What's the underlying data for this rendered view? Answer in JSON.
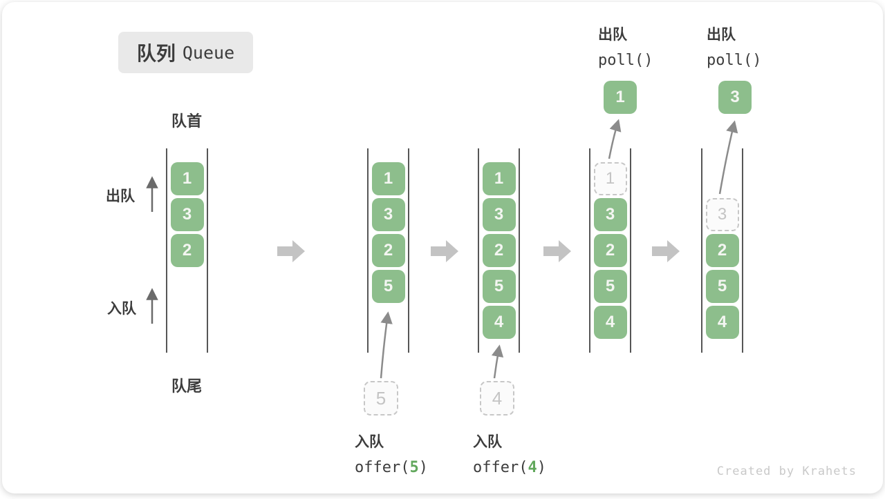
{
  "title": {
    "zh": "队列",
    "en": "Queue"
  },
  "labels": {
    "front": "队首",
    "rear": "队尾",
    "dequeue": "出队",
    "enqueue": "入队"
  },
  "queues": [
    {
      "name": "initial",
      "slots": [
        {
          "value": "1"
        },
        {
          "value": "3"
        },
        {
          "value": "2"
        }
      ]
    },
    {
      "name": "after-offer-5",
      "slots": [
        {
          "value": "1"
        },
        {
          "value": "3"
        },
        {
          "value": "2"
        },
        {
          "value": "5"
        }
      ],
      "pending": "5"
    },
    {
      "name": "after-offer-4",
      "slots": [
        {
          "value": "1"
        },
        {
          "value": "3"
        },
        {
          "value": "2"
        },
        {
          "value": "5"
        },
        {
          "value": "4"
        }
      ],
      "pending": "4"
    },
    {
      "name": "after-poll-1",
      "slots": [
        {
          "value": "1",
          "removed": true
        },
        {
          "value": "3"
        },
        {
          "value": "2"
        },
        {
          "value": "5"
        },
        {
          "value": "4"
        }
      ],
      "result": "1"
    },
    {
      "name": "after-poll-3",
      "slots": [
        {
          "value": "3",
          "removed": true
        },
        {
          "value": "2"
        },
        {
          "value": "5"
        },
        {
          "value": "4"
        }
      ],
      "result": "3"
    }
  ],
  "operations": {
    "offer5": {
      "label": "入队",
      "code_prefix": "offer(",
      "arg": "5",
      "code_suffix": ")"
    },
    "offer4": {
      "label": "入队",
      "code_prefix": "offer(",
      "arg": "4",
      "code_suffix": ")"
    },
    "poll1": {
      "label": "出队",
      "code": "poll()"
    },
    "poll3": {
      "label": "出队",
      "code": "poll()"
    }
  },
  "credit": "Created by Krahets",
  "colors": {
    "box_green": "#8dbe8c",
    "code_green": "#61a75c",
    "rail_gray": "#565656",
    "block_arrow_gray": "#c3c3c3",
    "dashed_gray": "#c7c7c7"
  }
}
